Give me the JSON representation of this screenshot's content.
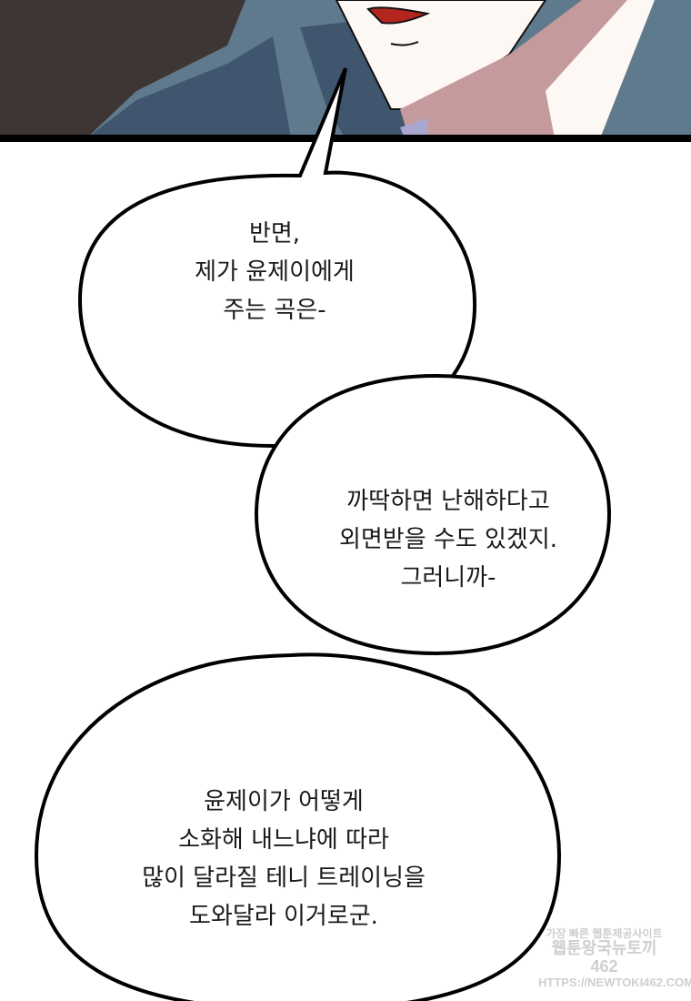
{
  "panel": {
    "bubbles": [
      {
        "lines": [
          "반면,",
          "제가 윤제이에게",
          "주는 곡은-"
        ]
      },
      {
        "lines": [
          "까딱하면 난해하다고",
          "외면받을 수도 있겠지.",
          "그러니까-"
        ]
      },
      {
        "lines": [
          "윤제이가 어떻게",
          "소화해 내느냐에 따라",
          "많이 달라질 테니 트레이닝을",
          "도와달라 이거로군."
        ]
      }
    ]
  },
  "watermark": {
    "line1": "가장 빠른 웹툰제공사이트",
    "line2": "웹툰왕국뉴토끼462",
    "line3": "HTTPS://NEWTOKI462.COM"
  },
  "colors": {
    "jacket": "#5f7a8c",
    "jacket_dark": "#3f566e",
    "wall": "#3e3535",
    "skin": "#fdf8f4",
    "skin_shadow": "#c49a9c"
  }
}
